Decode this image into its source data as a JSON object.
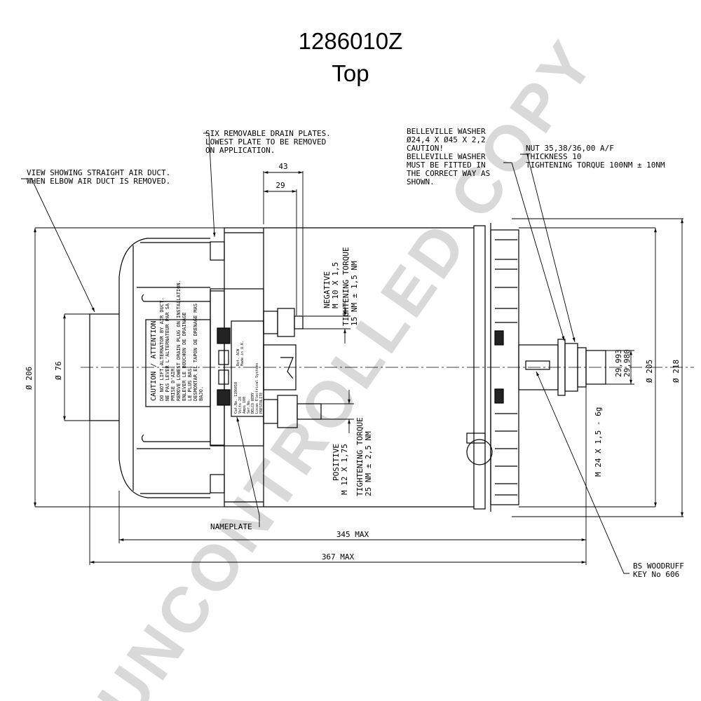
{
  "header": {
    "part_number": "1286010Z",
    "view": "Top"
  },
  "watermark": "UNCONTROLLED COPY",
  "notes": {
    "air_duct": [
      "VIEW SHOWING STRAIGHT AIR DUCT.",
      "WHEN ELBOW AIR DUCT IS REMOVED."
    ],
    "drain_plates": [
      "SIX REMOVABLE DRAIN PLATES.",
      "LOWEST PLATE TO BE REMOVED",
      "ON APPLICATION."
    ],
    "washer": [
      "BELLEVILLE WASHER",
      "Ø24,4 X Ø45 X 2,2",
      "CAUTION!",
      "BELLEVILLE WASHER",
      "MUST BE FITTED IN",
      "THE CORRECT WAY AS",
      "SHOWN."
    ],
    "nut": [
      "NUT 35,38/36,00 A/F",
      "THICKNESS 10",
      "TIGHTENING TORQUE 100NM ± 10NM"
    ],
    "negative": [
      "NEGATIVE",
      "M 10 X 1,5",
      "TIGHTENING TORQUE",
      "15 NM ± 1,5 NM"
    ],
    "positive": [
      "POSITIVE",
      "M 12 X 1,75",
      "TIGHTENING TORQUE",
      "25 NM ± 2,5 NM"
    ],
    "nameplate": "NAMEPLATE",
    "key": [
      "BS WOODRUFF",
      "KEY No 606"
    ],
    "thread": "M 24 X 1,5 - 6g"
  },
  "dimensions": {
    "d43": "43",
    "d29": "29",
    "d206": "Ø 206",
    "d76": "Ø 76",
    "d205": "Ø 205",
    "d218": "Ø 218",
    "shaft_max": "29,993",
    "shaft_min": "29,980",
    "len345": "345 MAX",
    "len367": "367 MAX"
  },
  "caution_label": [
    "CAUTION / ATTENTION",
    "DO NOT LIFT ALTERNATOR BY AIR DUCT.",
    "NE PAS LEVER L'ALTERNATEUR PAR SA",
    "PRISE D'AIR.",
    "REMOVE LOWEST DRAIN PLUG ON INSTALLATION.",
    "ENLEVER LE BOUCHON DE DRAINAGE",
    "LE PLUS BAS.",
    "DESMONTAR EL TAPON DE DRENAGE MAS",
    "BAJO."
  ],
  "nameplate_label": [
    "Cat.No. 1286010",
    "Volts 28",
    "Amps 100",
    "Ser.No.",
    "Rot. ACW",
    "Made in U.K.",
    "DELCO REMY",
    "Lucas Electrical Systems",
    "PRESTOLITE"
  ],
  "colors": {
    "line": "#000000",
    "watermark": "#d9d9d9",
    "background": "#ffffff"
  }
}
